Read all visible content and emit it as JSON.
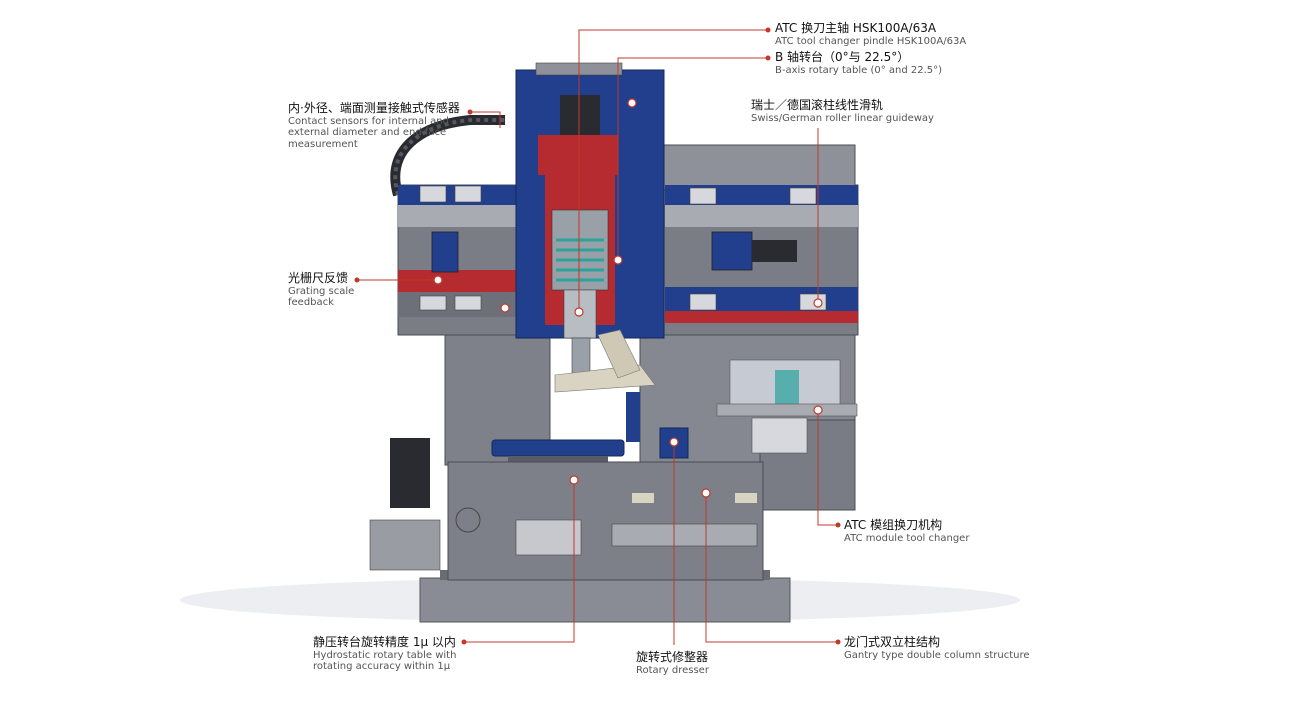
{
  "diagram": {
    "subject": "gantry type grinding machine cross-section",
    "accent_color": "#c0392b",
    "machine_colors": {
      "frame": "#7b7d86",
      "frame_light": "#a9abb2",
      "column_blue": "#213f8c",
      "accent_red": "#b52b30",
      "base": "#8a8c95"
    }
  },
  "callouts": {
    "atc_spindle": {
      "zh": "ATC 换刀主轴 HSK100A/63A",
      "en": "ATC tool changer pindle HSK100A/63A"
    },
    "b_axis": {
      "zh": "B 轴转台（0°与 22.5°）",
      "en": "B-axis rotary table (0° and 22.5°)"
    },
    "guideway": {
      "zh": "瑞士／德国滚柱线性滑轨",
      "en": "Swiss/German roller linear guideway"
    },
    "contact_sensor": {
      "zh": "内·外径、端面测量接触式传感器",
      "en": "Contact sensors for internal and external diameter and end face measurement"
    },
    "grating": {
      "zh": "光栅尺反馈",
      "en": "Grating scale feedback"
    },
    "atc_module": {
      "zh": "ATC 模组换刀机构",
      "en": "ATC module tool changer"
    },
    "hydrostatic": {
      "zh": "静压转台旋转精度 1μ 以内",
      "en": "Hydrostatic rotary table with rotating accuracy within 1μ"
    },
    "dresser": {
      "zh": "旋转式修整器",
      "en": "Rotary dresser"
    },
    "gantry": {
      "zh": "龙门式双立柱结构",
      "en": "Gantry type double column structure"
    }
  }
}
